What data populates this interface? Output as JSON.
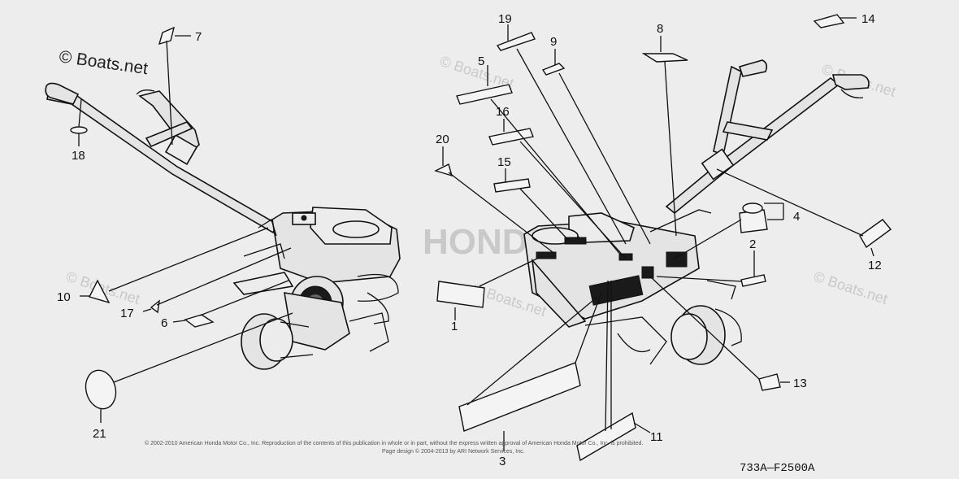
{
  "watermark": {
    "main": "© Boats.net",
    "faint": "© Boats.net",
    "brand": "HONDA"
  },
  "callouts": {
    "c1": "1",
    "c2": "2",
    "c3": "3",
    "c4": "4",
    "c5": "5",
    "c6": "6",
    "c7": "7",
    "c8": "8",
    "c9": "9",
    "c10": "10",
    "c11": "11",
    "c12": "12",
    "c13": "13",
    "c14": "14",
    "c15": "15",
    "c16": "16",
    "c17": "17",
    "c18": "18",
    "c19": "19",
    "c20": "20",
    "c21": "21"
  },
  "copyright": {
    "line1": "© 2002-2010 American Honda Motor Co., Inc. Reproduction of the contents of this publication in whole or in part, without the express written approval of American Honda Motor Co., Inc. is prohibited.",
    "line2": "Page design © 2004-2013 by ARI Network Services, Inc."
  },
  "diagram_code": "733A—F2500A"
}
